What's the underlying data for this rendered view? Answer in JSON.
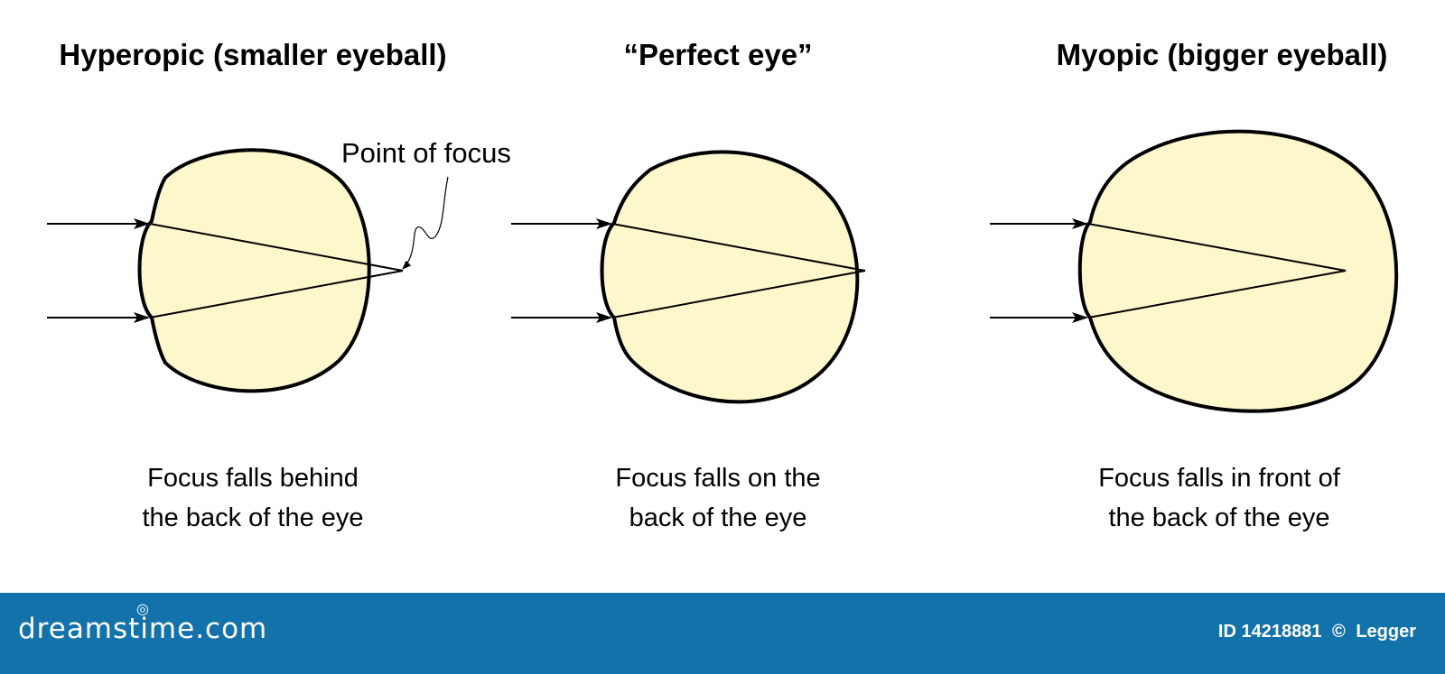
{
  "panels": [
    {
      "title": "Hyperopic (smaller eyeball)",
      "caption_line1": "Focus falls behind",
      "caption_line2": "the back of the eye"
    },
    {
      "title": "“Perfect eye”",
      "caption_line1": "Focus falls on the",
      "caption_line2": "back of the eye"
    },
    {
      "title": "Myopic (bigger eyeball)",
      "caption_line1": "Focus falls in front of",
      "caption_line2": "the back of the eye"
    }
  ],
  "annotation": {
    "label": "Point of focus"
  },
  "colors": {
    "eyeball_fill": "#fdf7cc",
    "outline": "#000000",
    "footer_bg": "#1472ab",
    "footer_text": "#ffffff"
  },
  "footer": {
    "brand": "dreamstime.com",
    "image_id": "ID 14218881",
    "copyright_symbol": "©",
    "author": "Legger"
  }
}
